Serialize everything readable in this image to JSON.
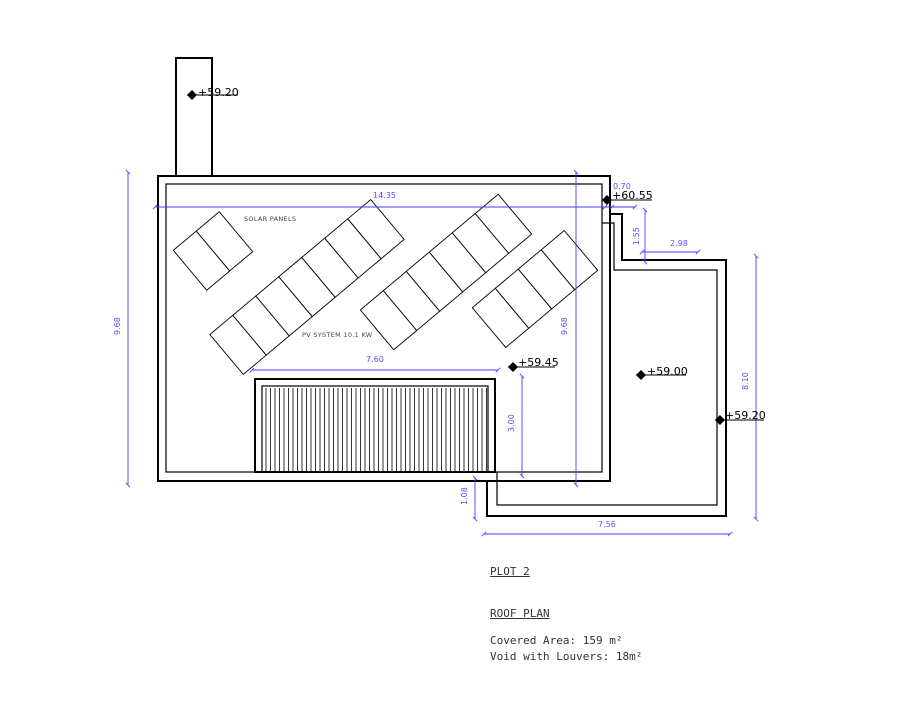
{
  "labels": {
    "solar_panels": "SOLAR PANELS",
    "pv_system": "PV SYSTEM 10.1 KW"
  },
  "levels": {
    "chimney": "+59.20",
    "roof_corner": "+60.55",
    "void_edge": "+59.45",
    "lower_roof": "+59.00",
    "lower_roof_edge": "+59.20"
  },
  "dimensions": {
    "overall_width": "14.35",
    "left_height": "9.68",
    "inner_height": "9.68",
    "offset_top": "0.70",
    "step_height": "1.55",
    "annex_top": "2.98",
    "annex_height": "8.10",
    "void_width": "7.60",
    "void_height": "3.00",
    "bottom_offset": "1.08",
    "annex_bottom": "7.56"
  },
  "caption": {
    "plot": "PLOT 2",
    "plan": "ROOF PLAN",
    "covered_area": "Covered Area: 159 m²",
    "void_area": "Void with Louvers: 18m²"
  },
  "colors": {
    "dimension": "#4a3aff",
    "line": "#000000"
  }
}
